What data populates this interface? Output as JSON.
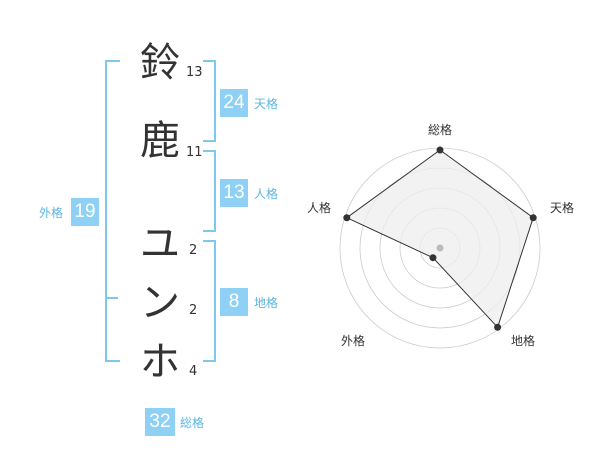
{
  "name": {
    "chars": [
      {
        "char": "鈴",
        "strokes": "13"
      },
      {
        "char": "鹿",
        "strokes": "11"
      },
      {
        "char": "ユ",
        "strokes": "2"
      },
      {
        "char": "ン",
        "strokes": "2"
      },
      {
        "char": "ホ",
        "strokes": "4"
      }
    ]
  },
  "fortune": {
    "tenkaku": {
      "value": "24",
      "label": "天格"
    },
    "jinkaku": {
      "value": "13",
      "label": "人格"
    },
    "chikaku": {
      "value": "8",
      "label": "地格"
    },
    "gaikaku": {
      "value": "19",
      "label": "外格"
    },
    "soukaku": {
      "value": "32",
      "label": "総格"
    }
  },
  "chart_data": {
    "type": "radar",
    "axes": [
      "総格",
      "天格",
      "地格",
      "外格",
      "人格"
    ],
    "values": [
      0.98,
      0.98,
      0.98,
      0.12,
      0.98
    ],
    "range": [
      0,
      1
    ],
    "rings": 5,
    "colors": {
      "fill": "#eeeeee",
      "line": "#333333",
      "grid": "#cccccc",
      "center": "#bbbbbb"
    }
  },
  "colors": {
    "accent": "#8ed1f5",
    "label": "#5bb4e6"
  }
}
